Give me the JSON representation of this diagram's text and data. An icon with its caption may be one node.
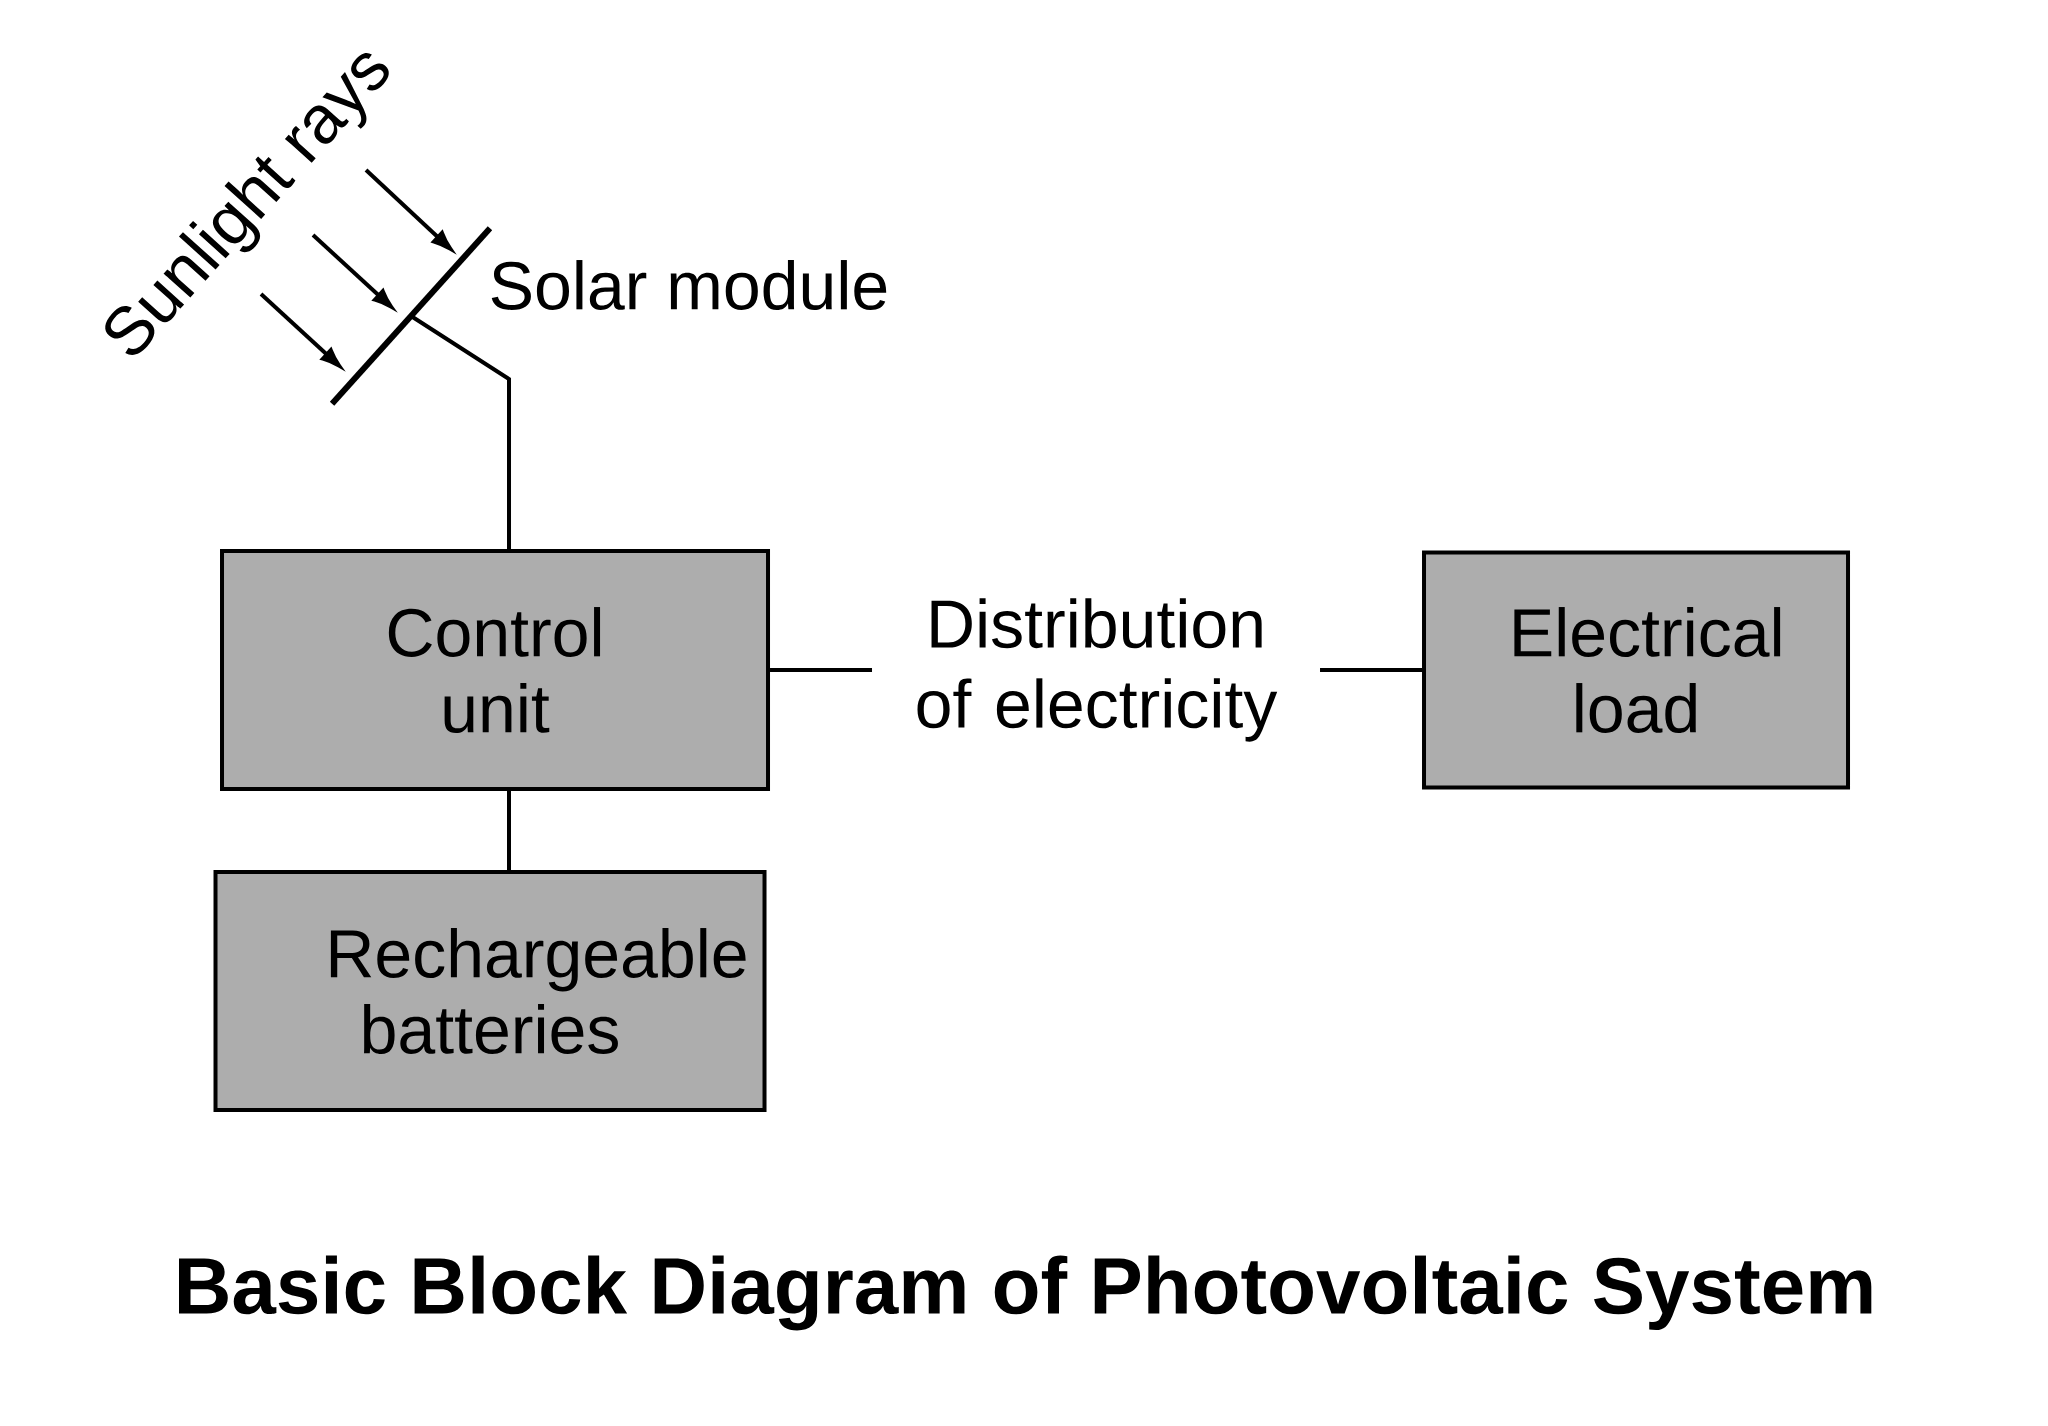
{
  "diagram": {
    "title": "Basic Block Diagram of Photovoltaic System",
    "nodes": [
      {
        "text": [],
        "shape": "bar",
        "beside": [
          "Solar module"
        ]
      },
      {
        "text": [
          "Control unit"
        ]
      },
      {
        "text": [
          "Electrical load"
        ]
      },
      {
        "text": [
          "Rechargeable batteries"
        ]
      },
      {
        "text": [
          "Sunlight rays"
        ]
      }
    ],
    "edges": [
      {
        "from": 4,
        "to": 0,
        "arrow": "to"
      },
      {
        "from": 4,
        "to": 0,
        "arrow": "to"
      },
      {
        "from": 4,
        "to": 0,
        "arrow": "to"
      },
      {
        "from": 0,
        "to": 1,
        "arrow": "none"
      },
      {
        "from": 1,
        "to": 2,
        "arrow": "none",
        "label": "Distribution of electricity"
      },
      {
        "from": 1,
        "to": 3,
        "arrow": "none"
      }
    ]
  }
}
